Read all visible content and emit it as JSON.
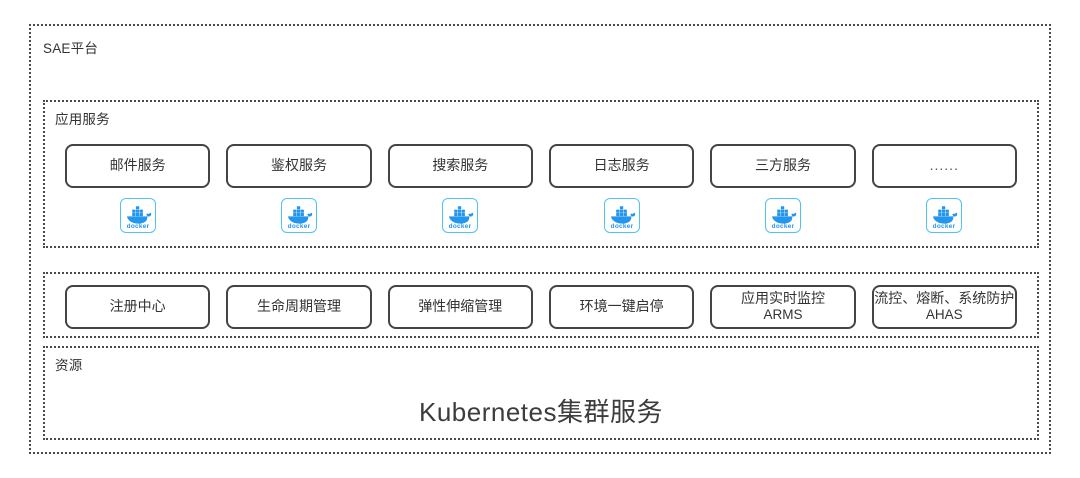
{
  "platform": {
    "label": "SAE平台"
  },
  "app_services": {
    "label": "应用服务",
    "runtime_icon": "docker-icon",
    "runtime_icon_label": "docker",
    "items": [
      {
        "label": "邮件服务"
      },
      {
        "label": "鉴权服务"
      },
      {
        "label": "搜索服务"
      },
      {
        "label": "日志服务"
      },
      {
        "label": "三方服务"
      },
      {
        "label": "......"
      }
    ]
  },
  "capabilities": {
    "items": [
      {
        "label": "注册中心",
        "sub": ""
      },
      {
        "label": "生命周期管理",
        "sub": ""
      },
      {
        "label": "弹性伸缩管理",
        "sub": ""
      },
      {
        "label": "环境一键启停",
        "sub": ""
      },
      {
        "label": "应用实时监控",
        "sub": "ARMS"
      },
      {
        "label": "流控、熔断、系统防护",
        "sub": "AHAS"
      }
    ]
  },
  "resource": {
    "label": "资源",
    "title": "Kubernetes集群服务"
  },
  "colors": {
    "border": "#4a4a4a",
    "box_border": "#444444",
    "docker_accent": "#4fc3f7",
    "text": "#333333",
    "background": "#ffffff"
  }
}
